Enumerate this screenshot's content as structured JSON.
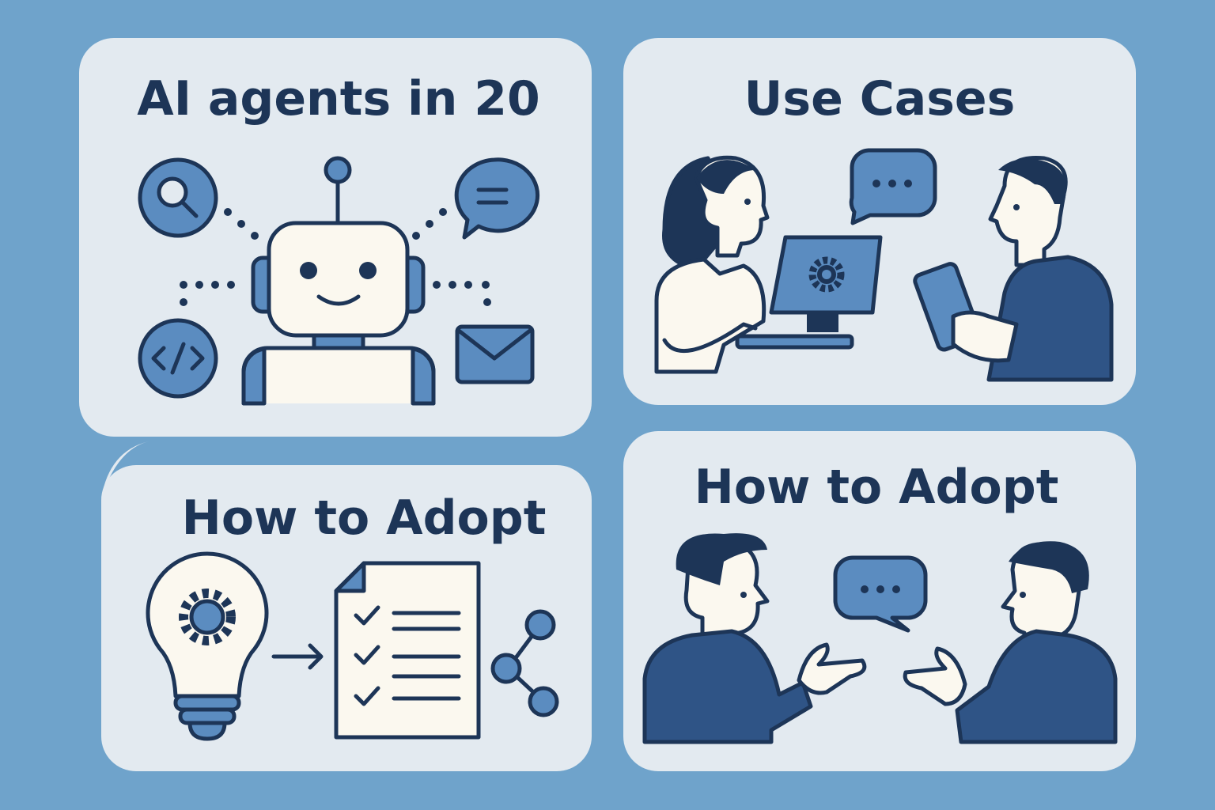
{
  "panels": [
    {
      "title": "AI agents in 20"
    },
    {
      "title": "Use Cases"
    },
    {
      "title": "How to Adopt"
    },
    {
      "title": "How to Adopt"
    }
  ],
  "colors": {
    "background": "#6fa3cb",
    "panel": "#e3eaf0",
    "navy": "#1d3557",
    "blue": "#5b8cc0",
    "cream": "#fbf8ef",
    "shirt": "#2f5486"
  },
  "icons": [
    "search-icon",
    "chat-icon",
    "code-icon",
    "mail-icon",
    "robot-icon",
    "gear-icon",
    "laptop-icon",
    "tablet-icon",
    "lightbulb-icon",
    "checklist-icon",
    "arrow-right-icon",
    "share-icon"
  ]
}
